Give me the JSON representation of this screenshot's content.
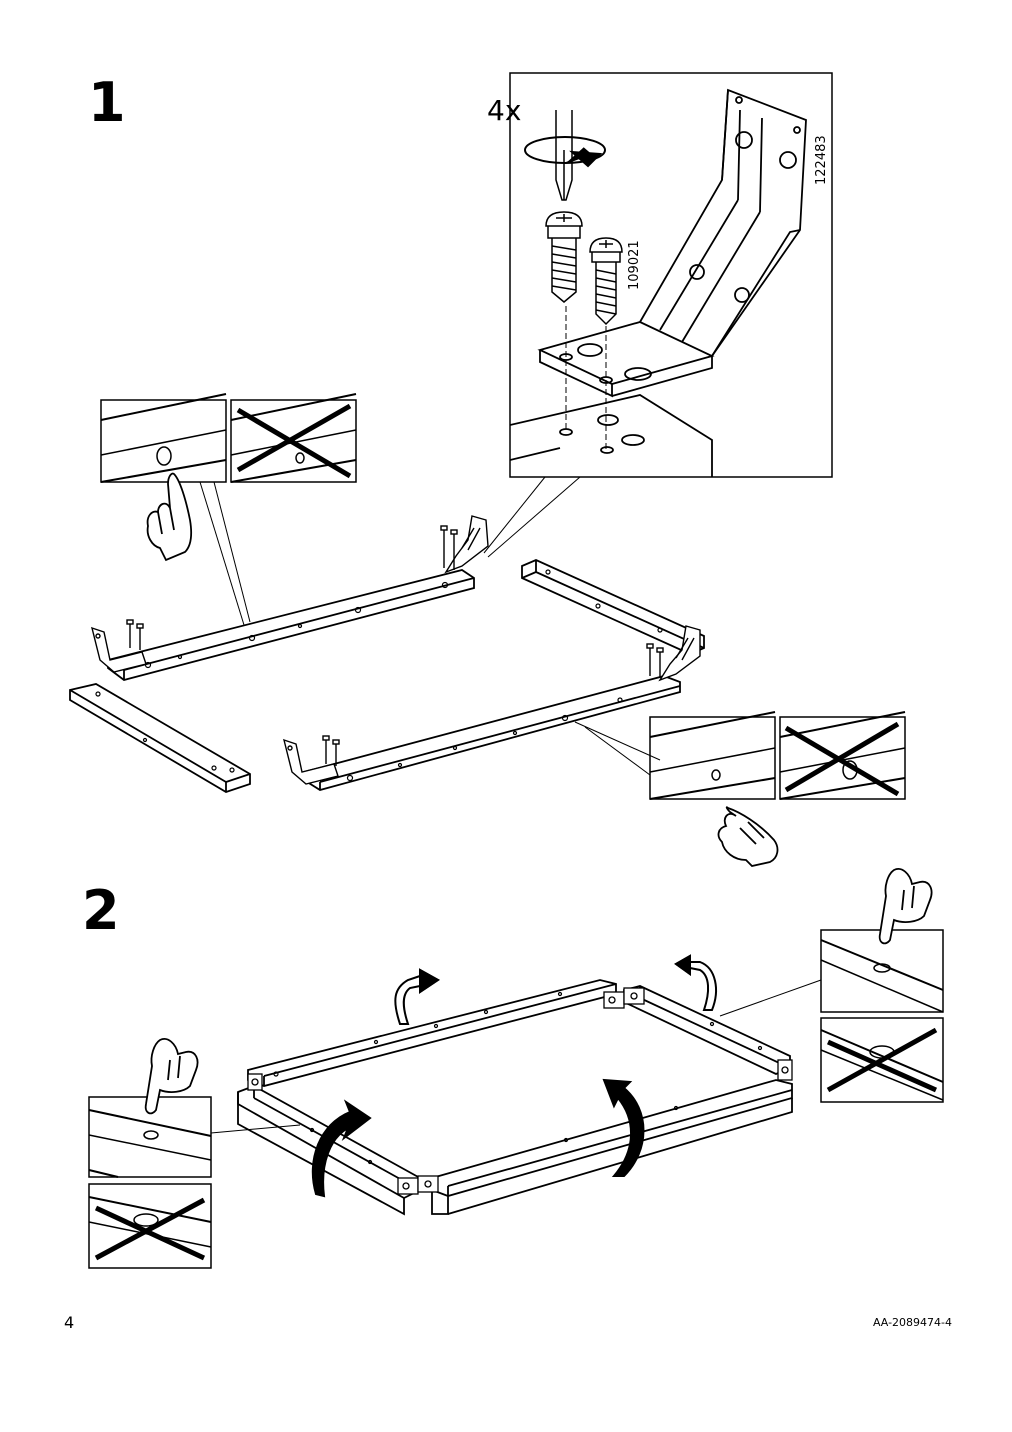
{
  "page": {
    "page_number": "4",
    "document_code": "AA-2089474-4"
  },
  "step1": {
    "number": "1",
    "quantity_label": "4x",
    "part_bracket": "122483",
    "part_screw": "109021"
  },
  "step2": {
    "number": "2"
  },
  "icons": {
    "screwdriver": "screwdriver-icon",
    "rotate": "rotate-clockwise-icon",
    "hand": "pointing-hand-icon",
    "wrong": "cross-out-icon"
  }
}
